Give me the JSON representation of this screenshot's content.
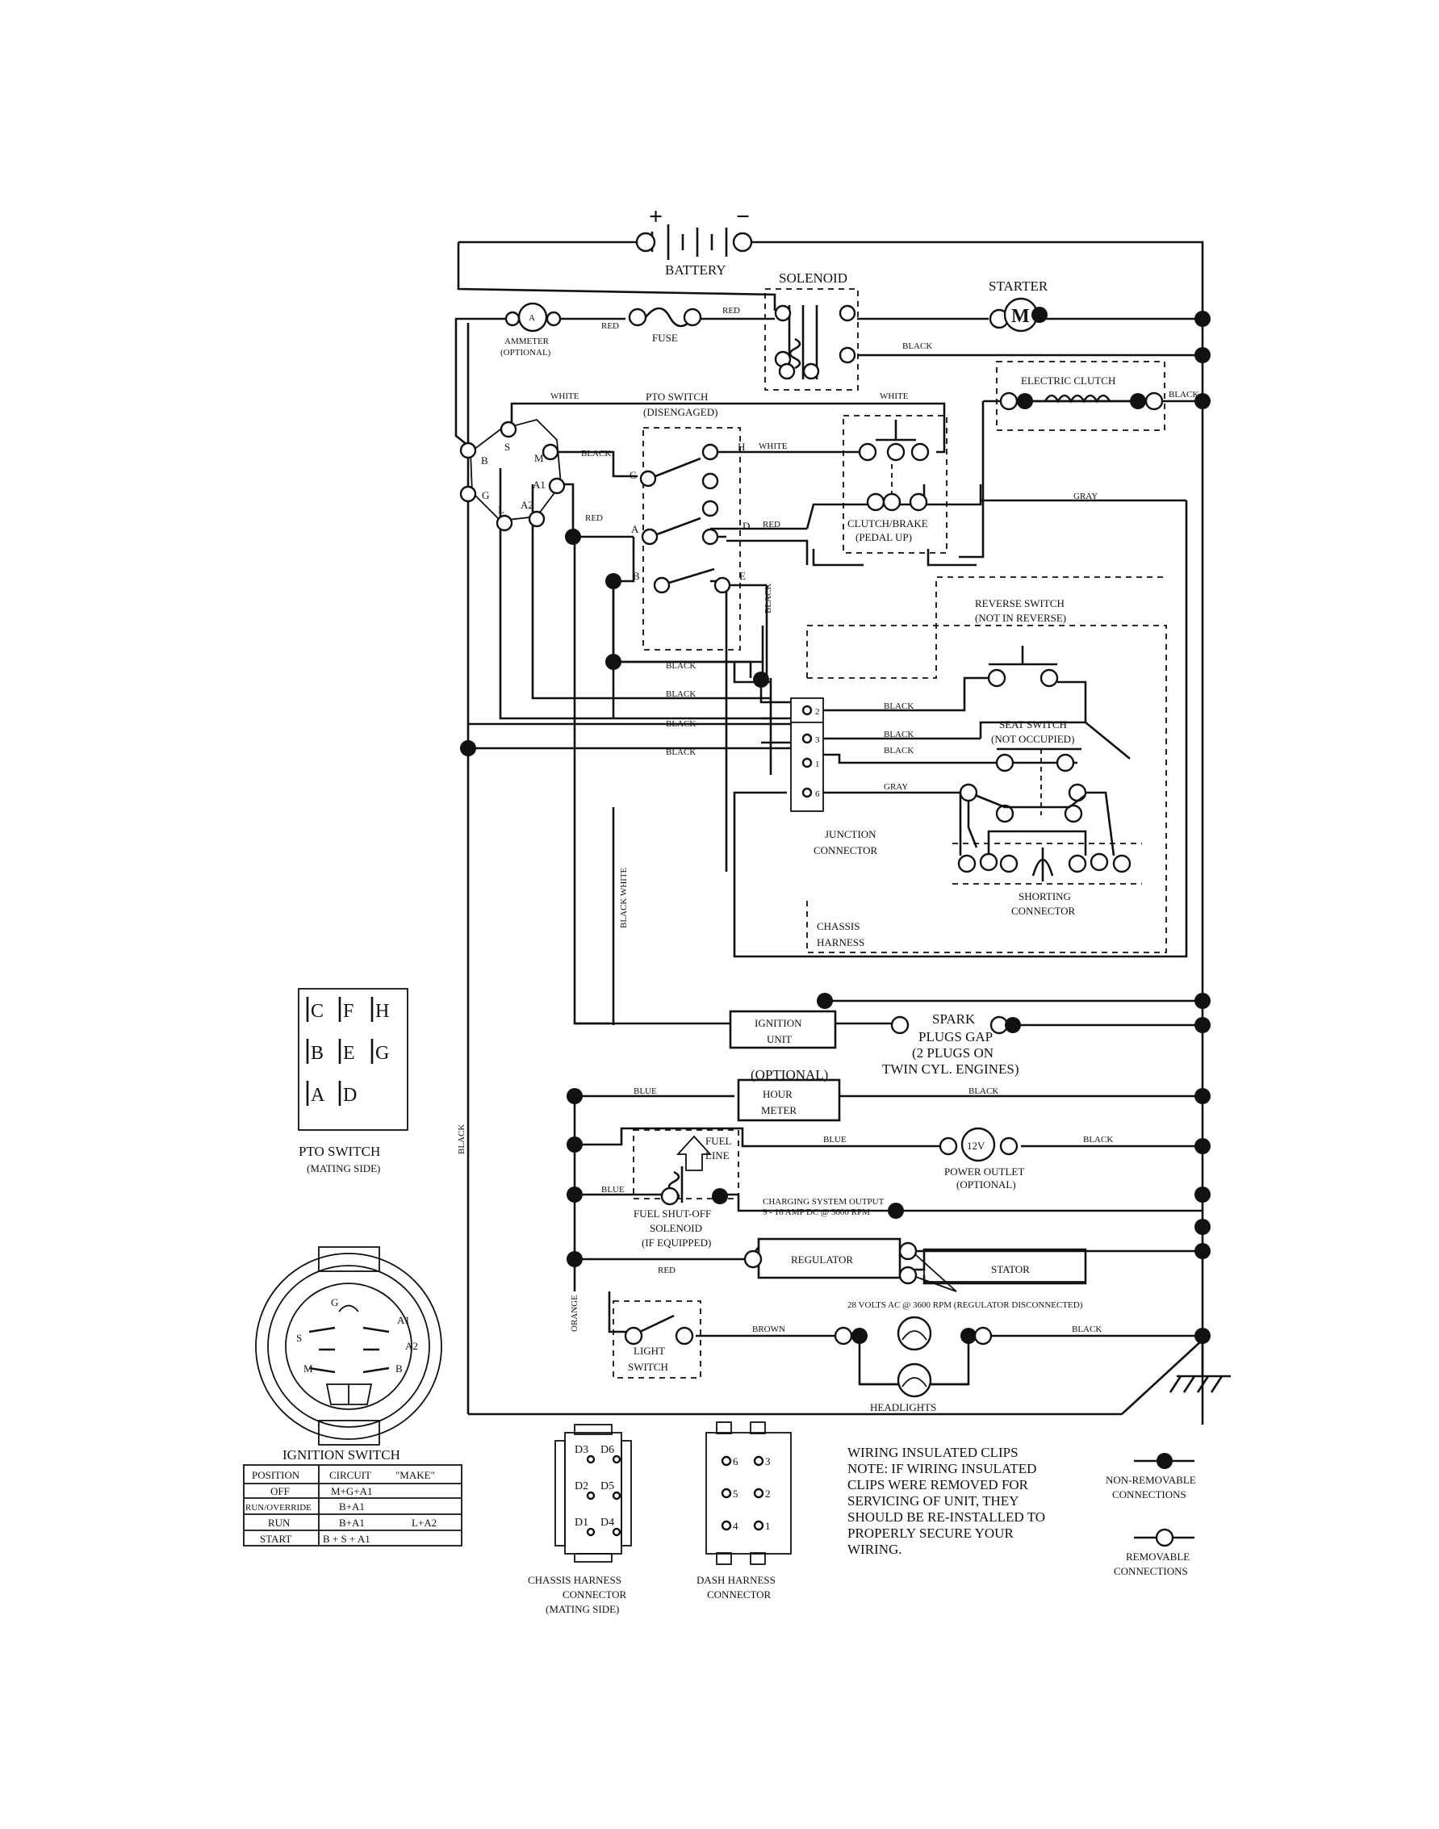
{
  "battery": {
    "label": "BATTERY",
    "plus": "+",
    "minus": "−"
  },
  "solenoid": {
    "label": "SOLENOID"
  },
  "starter": {
    "label": "STARTER",
    "symbol": "M"
  },
  "ammeter": {
    "label": "AMMETER",
    "note": "(OPTIONAL)",
    "symbol": "A"
  },
  "fuse": {
    "label": "FUSE"
  },
  "electric_clutch": {
    "label": "ELECTRIC CLUTCH"
  },
  "pto_switch": {
    "title": "PTO SWITCH",
    "state": "(DISENGAGED)",
    "terminals": [
      "C",
      "H",
      "A",
      "D",
      "B",
      "E"
    ]
  },
  "ignition_terminals": [
    "S",
    "M",
    "B",
    "A1",
    "G",
    "L",
    "A2"
  ],
  "clutch_brake": {
    "label": "CLUTCH/BRAKE",
    "state": "(PEDAL UP)"
  },
  "reverse_switch": {
    "label": "REVERSE SWITCH",
    "state": "(NOT IN REVERSE)"
  },
  "seat_switch": {
    "label": "SEAT SWITCH",
    "state": "(NOT OCCUPIED)"
  },
  "junction_connector": {
    "line1": "JUNCTION",
    "line2": "CONNECTOR",
    "pins": [
      "2",
      "3",
      "1",
      "6"
    ]
  },
  "shorting_connector": {
    "line1": "SHORTING",
    "line2": "CONNECTOR"
  },
  "chassis_harness": {
    "line1": "CHASSIS",
    "line2": "HARNESS"
  },
  "ignition_unit": {
    "line1": "IGNITION",
    "line2": "UNIT"
  },
  "spark_plugs": {
    "line1": "SPARK",
    "line2": "PLUGS GAP",
    "line3": "(2 PLUGS ON",
    "line4": "TWIN CYL. ENGINES)"
  },
  "hour_meter": {
    "note": "(OPTIONAL)",
    "line1": "HOUR",
    "line2": "METER"
  },
  "fuel_line": {
    "line1": "FUEL",
    "line2": "LINE"
  },
  "power_outlet": {
    "symbol": "12V",
    "label": "POWER OUTLET",
    "note": "(OPTIONAL)"
  },
  "fuel_shutoff": {
    "line1": "FUEL SHUT-OFF",
    "line2": "SOLENOID",
    "line3": "(IF EQUIPPED)"
  },
  "charging_note": {
    "line1": "CHARGING SYSTEM OUTPUT",
    "line2": "9 - 16 AMP DC @ 3600 RPM"
  },
  "regulator": {
    "label": "REGULATOR"
  },
  "stator": {
    "label": "STATOR"
  },
  "stator_note": "28 VOLTS AC @ 3600 RPM (REGULATOR DISCONNECTED)",
  "light_switch": {
    "line1": "LIGHT",
    "line2": "SWITCH"
  },
  "headlights": {
    "label": "HEADLIGHTS"
  },
  "wire_colors": {
    "red": "RED",
    "black": "BLACK",
    "white": "WHITE",
    "gray": "GRAY",
    "blue": "BLUE",
    "brown": "BROWN",
    "orange": "ORANGE",
    "black_white": "BLACK WHITE"
  },
  "pto_mating": {
    "title": "PTO SWITCH",
    "subtitle": "(MATING SIDE)",
    "grid": [
      [
        "C",
        "F",
        "H"
      ],
      [
        "B",
        "E",
        "G"
      ],
      [
        "A",
        "D",
        ""
      ]
    ]
  },
  "ignition_switch": {
    "title": "IGNITION SWITCH",
    "face_labels": [
      "G",
      "A1",
      "S",
      "A2",
      "M",
      "B"
    ],
    "table": {
      "headers": [
        "POSITION",
        "CIRCUIT",
        "\"MAKE\""
      ],
      "rows": [
        [
          "OFF",
          "M+G+A1",
          ""
        ],
        [
          "RUN/OVERRIDE",
          "B+A1",
          ""
        ],
        [
          "RUN",
          "B+A1",
          "L+A2"
        ],
        [
          "START",
          "B + S + A1",
          ""
        ]
      ]
    }
  },
  "chassis_harness_connector": {
    "line1": "CHASSIS HARNESS",
    "line2": "CONNECTOR",
    "line3": "(MATING SIDE)",
    "pins": [
      "D3",
      "D6",
      "D2",
      "D5",
      "D1",
      "D4"
    ]
  },
  "dash_harness_connector": {
    "line1": "DASH HARNESS",
    "line2": "CONNECTOR",
    "pins": [
      "6",
      "3",
      "5",
      "2",
      "4",
      "1"
    ]
  },
  "clips_note": {
    "title": "WIRING INSULATED CLIPS",
    "lines": [
      "NOTE: IF WIRING INSULATED",
      "CLIPS WERE REMOVED FOR",
      "SERVICING OF UNIT, THEY",
      "SHOULD BE RE-INSTALLED TO",
      "PROPERLY SECURE YOUR",
      "WIRING."
    ]
  },
  "legend": {
    "nonremovable": {
      "line1": "NON-REMOVABLE",
      "line2": "CONNECTIONS"
    },
    "removable": {
      "line1": "REMOVABLE",
      "line2": "CONNECTIONS"
    }
  }
}
